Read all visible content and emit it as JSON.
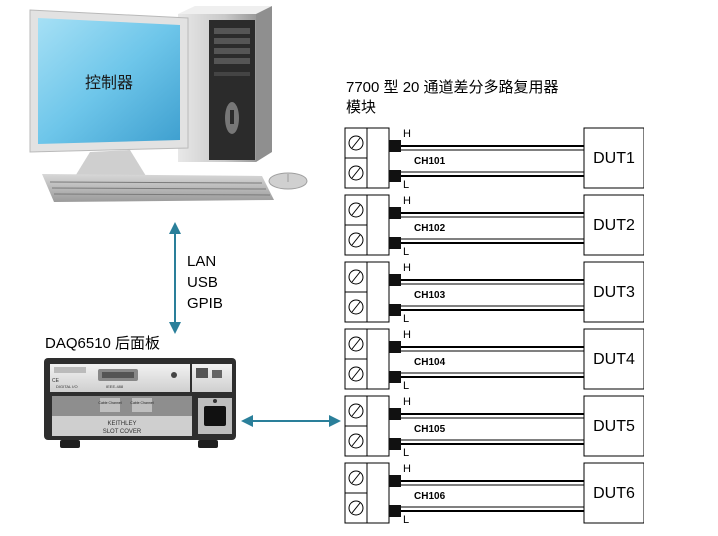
{
  "computer": {
    "screen_label": "控制器"
  },
  "connection": {
    "lines": [
      "LAN",
      "USB",
      "GPIB"
    ]
  },
  "instrument": {
    "title": "DAQ6510 后面板",
    "panel": {
      "keithley_label": "KEITHLEY",
      "slot_cover_label": "SLOT COVER",
      "card_channel_label_1": "Cable\nChannel",
      "card_channel_label_2": "Cable\nChannel",
      "ce_label": "CE",
      "digital_io_label": "DIGITAL I/O",
      "ieee_label": "IEEE-488"
    }
  },
  "module": {
    "title_line1": "7700 型 20 通道差分多路复用器",
    "title_line2": "模块",
    "high_label": "H",
    "low_label": "L",
    "channels": [
      {
        "channel": "CH101",
        "dut": "DUT1"
      },
      {
        "channel": "CH102",
        "dut": "DUT2"
      },
      {
        "channel": "CH103",
        "dut": "DUT3"
      },
      {
        "channel": "CH104",
        "dut": "DUT4"
      },
      {
        "channel": "CH105",
        "dut": "DUT5"
      },
      {
        "channel": "CH106",
        "dut": "DUT6"
      }
    ]
  },
  "colors": {
    "arrow": "#2a7f9a",
    "monitor_screen": "#6ec6ea"
  }
}
